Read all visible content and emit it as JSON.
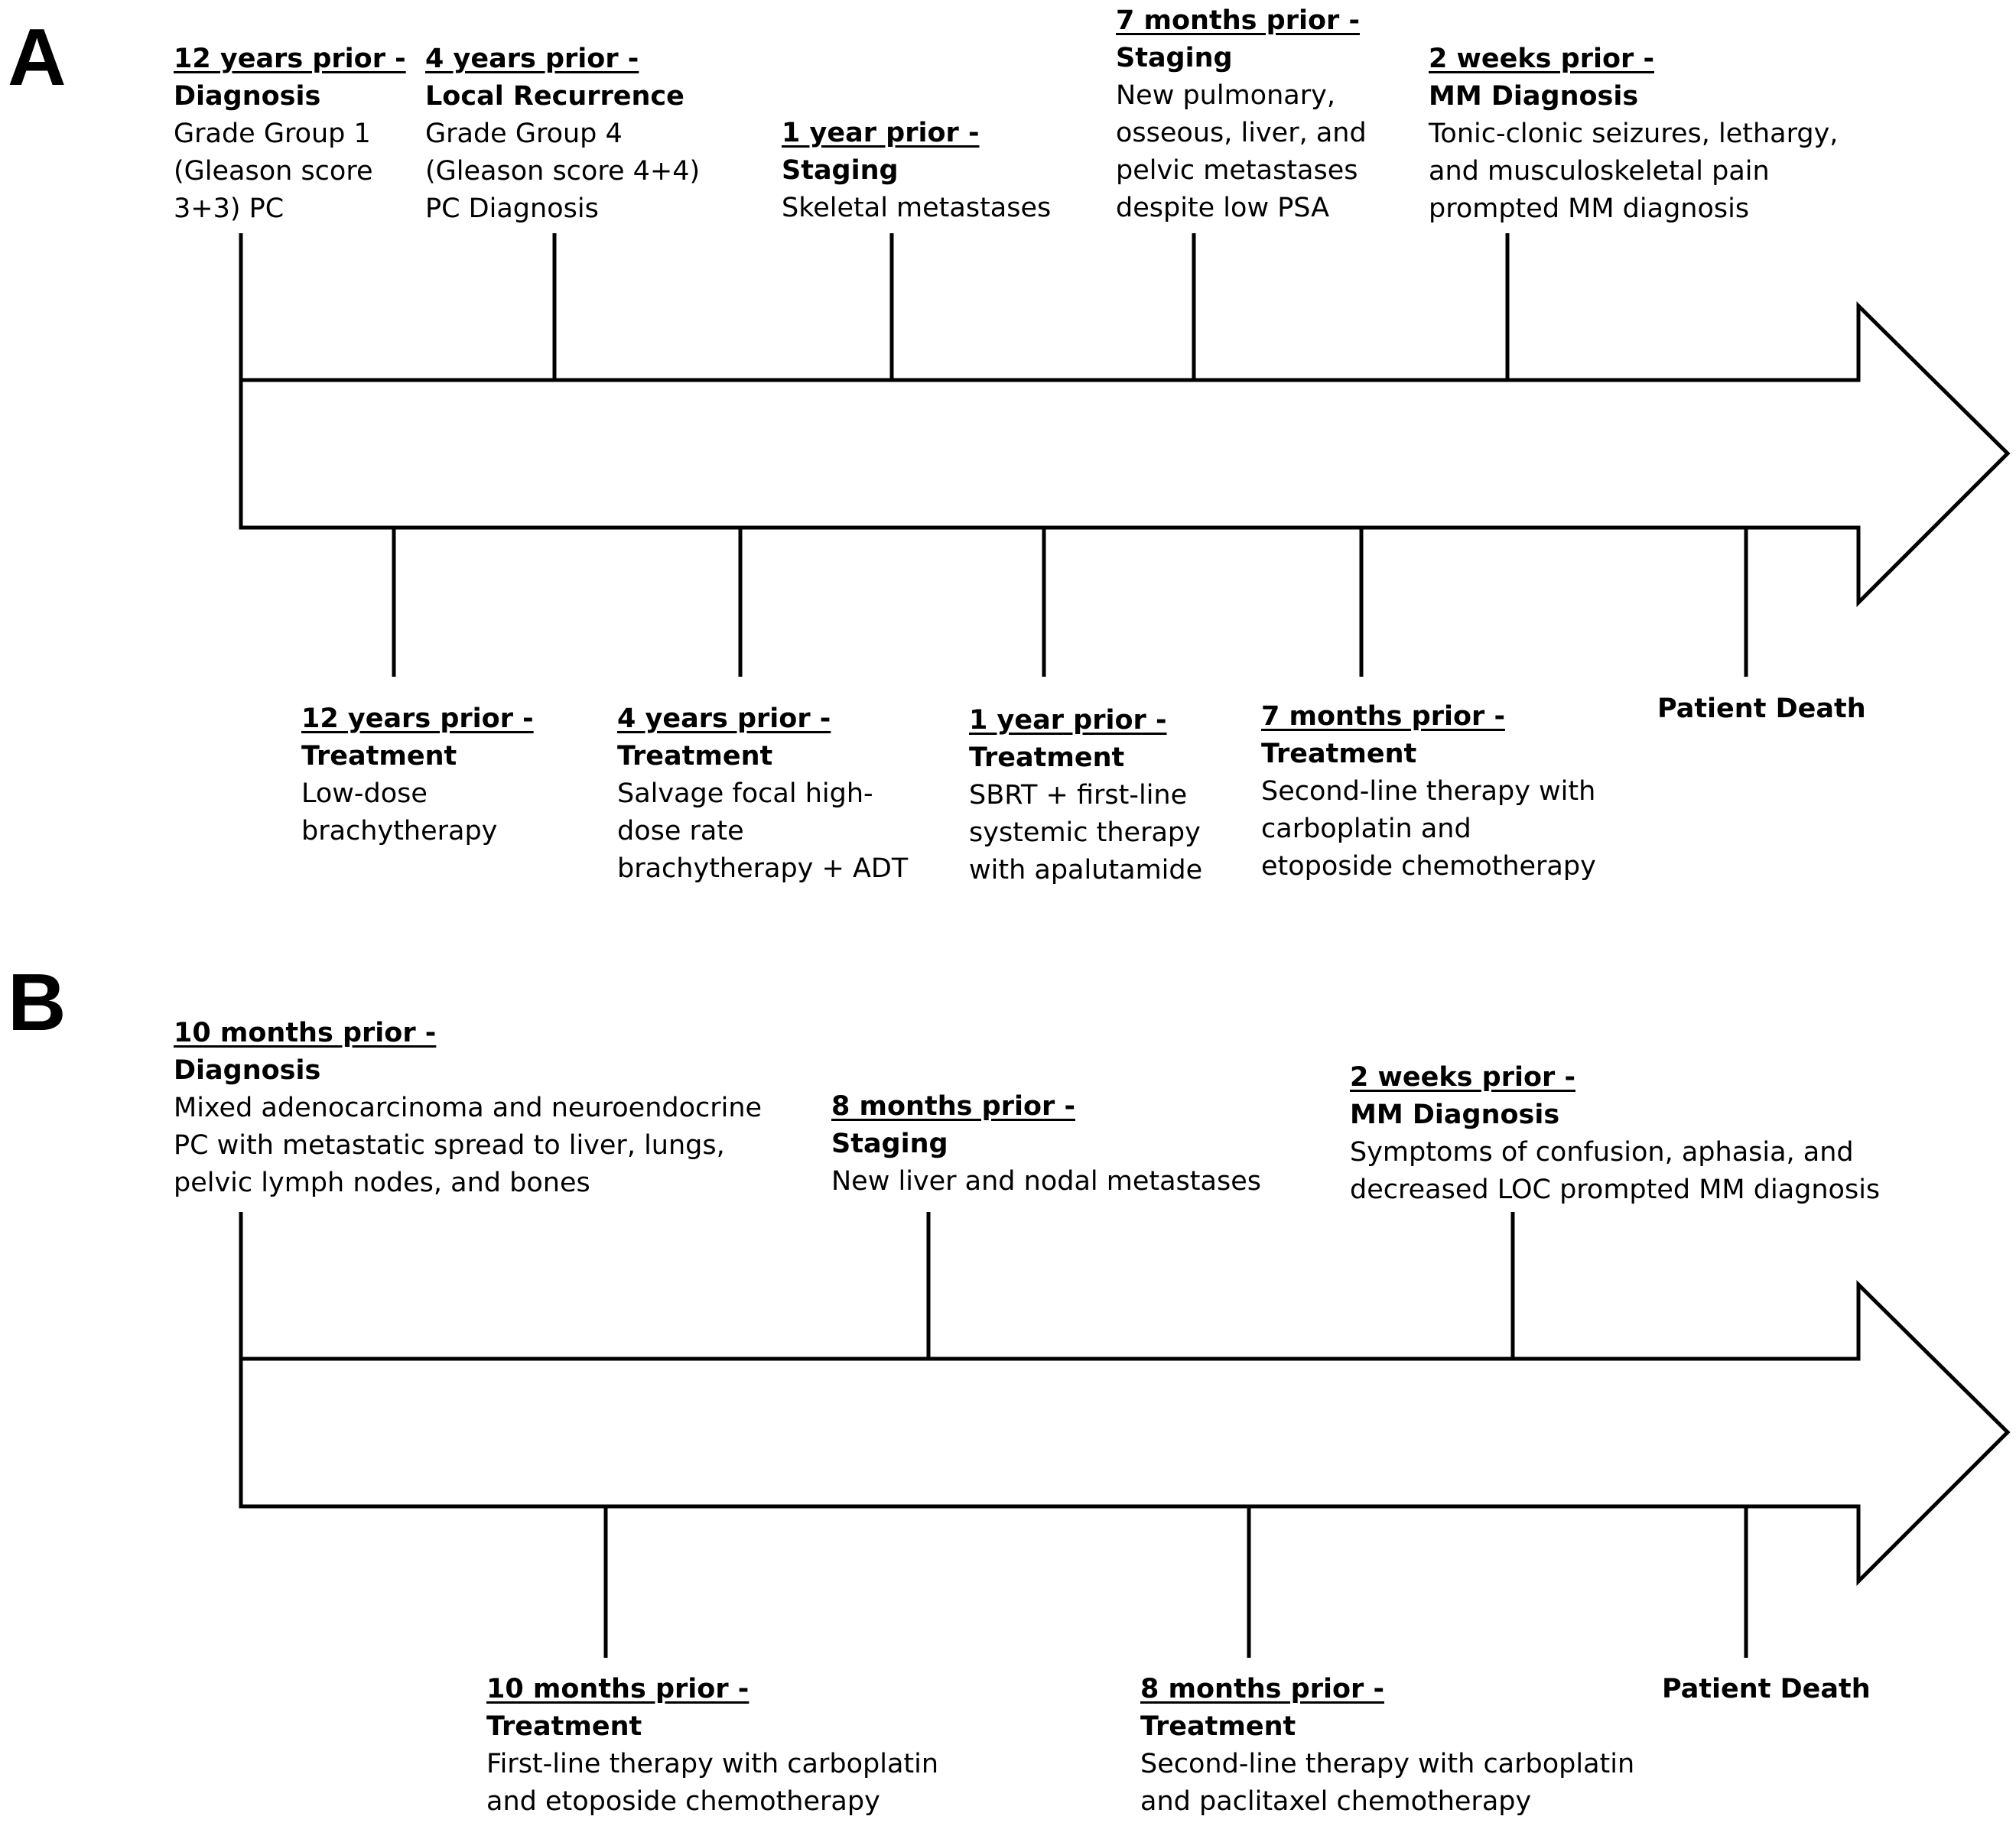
{
  "panels": {
    "A": {
      "letter": "A",
      "top": [
        {
          "when": "12 years prior -",
          "kind": "Diagnosis",
          "lines": [
            "Grade Group 1",
            "(Gleason score",
            "3+3) PC"
          ]
        },
        {
          "when": "4 years prior -",
          "kind": "Local Recurrence",
          "lines": [
            "Grade Group 4",
            "(Gleason score 4+4)",
            "PC Diagnosis"
          ]
        },
        {
          "when": "1 year prior -",
          "kind": "Staging",
          "lines": [
            "Skeletal metastases"
          ]
        },
        {
          "when": "7 months prior -",
          "kind": "Staging",
          "lines": [
            "New pulmonary,",
            "osseous, liver, and",
            "pelvic metastases",
            "despite low PSA"
          ]
        },
        {
          "when": "2 weeks prior -",
          "kind": "MM Diagnosis",
          "lines": [
            "Tonic-clonic seizures, lethargy,",
            "and musculoskeletal pain",
            "prompted MM diagnosis"
          ]
        }
      ],
      "bottom": [
        {
          "when": "12 years prior -",
          "kind": "Treatment",
          "lines": [
            "Low-dose",
            "brachytherapy"
          ]
        },
        {
          "when": "4 years prior -",
          "kind": "Treatment",
          "lines": [
            "Salvage focal high-",
            "dose rate",
            "brachytherapy + ADT"
          ]
        },
        {
          "when": "1 year prior -",
          "kind": "Treatment",
          "lines": [
            "SBRT + first-line",
            "systemic therapy",
            "with apalutamide"
          ]
        },
        {
          "when": "7 months prior -",
          "kind": "Treatment",
          "lines": [
            "Second-line therapy with",
            "carboplatin and",
            "etoposide chemotherapy"
          ]
        }
      ],
      "death": "Patient Death"
    },
    "B": {
      "letter": "B",
      "top": [
        {
          "when": "10 months prior -",
          "kind": "Diagnosis",
          "lines": [
            "Mixed adenocarcinoma and neuroendocrine",
            "PC with metastatic spread to liver, lungs,",
            "pelvic lymph nodes, and bones"
          ]
        },
        {
          "when": "8 months prior -",
          "kind": "Staging",
          "lines": [
            "New liver and nodal metastases"
          ]
        },
        {
          "when": "2 weeks prior -",
          "kind": "MM Diagnosis",
          "lines": [
            "Symptoms of confusion, aphasia, and",
            "decreased LOC prompted MM diagnosis"
          ]
        }
      ],
      "bottom": [
        {
          "when": "10 months prior -",
          "kind": "Treatment",
          "lines": [
            "First-line therapy with carboplatin",
            "and etoposide chemotherapy"
          ]
        },
        {
          "when": "8 months prior -",
          "kind": "Treatment",
          "lines": [
            "Second-line therapy with carboplatin",
            "and paclitaxel chemotherapy"
          ]
        }
      ],
      "death": "Patient Death"
    }
  }
}
